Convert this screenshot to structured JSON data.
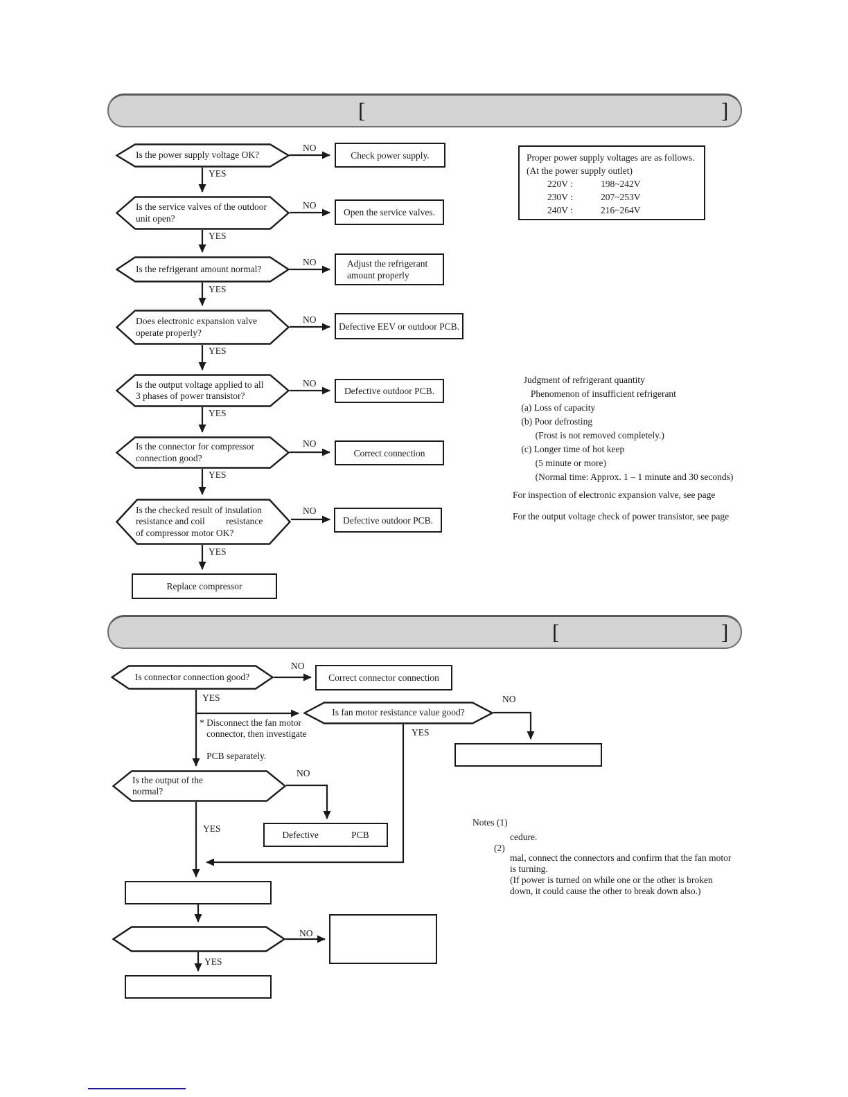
{
  "colors": {
    "header_bg": "#d4d4d4",
    "ink": "#1a1a1a",
    "footer_line": "#1c1c8f"
  },
  "labels": {
    "yes": "YES",
    "no": "NO"
  },
  "headers": {
    "first": {
      "open": "[",
      "close": "]"
    },
    "second": {
      "open": "[",
      "close": "]"
    }
  },
  "flow1": {
    "d1": "Is the power supply voltage OK?",
    "a1": "Check power supply.",
    "d2": "Is the service valves of the outdoor\nunit open?",
    "a2": "Open the service valves.",
    "d3": "Is the refrigerant amount normal?",
    "a3": "Adjust the refrigerant\namount properly",
    "d4": "Does electronic expansion valve\noperate properly?",
    "a4": "Defective EEV or outdoor PCB.",
    "d5": "Is the output voltage applied to all\n3 phases of power transistor?",
    "a5": "Defective outdoor PCB.",
    "d6": "Is the connector for compressor\nconnection good?",
    "a6": "Correct connection",
    "d7": "Is the checked result of insulation\nresistance and coil         resistance\nof compressor motor OK?",
    "a7": "Defective outdoor PCB.",
    "final": "Replace compressor"
  },
  "voltage_box": {
    "title": "Proper power supply voltages are as follows.",
    "subtitle": "(At the power supply outlet)",
    "rows": [
      {
        "nominal": "220V :",
        "range": "198~242V"
      },
      {
        "nominal": "230V :",
        "range": "207~253V"
      },
      {
        "nominal": "240V :",
        "range": "216~264V"
      }
    ]
  },
  "refrigerant_note": "  Judgment of refrigerant quantity\n     Phenomenon of insufficient refrigerant\n (a) Loss of capacity\n (b) Poor defrosting\n       (Frost is not removed completely.)\n (c) Longer time of hot keep\n       (5 minute or more)\n       (Normal time: Approx. 1 – 1 minute and 30 seconds)",
  "see_page": {
    "eev": "For inspection of electronic expansion valve, see page",
    "transistor": "For the output voltage check of power transistor, see page"
  },
  "flow2": {
    "d1": "Is connector connection good?",
    "a1": "Correct connector connection",
    "d2": "Is fan motor resistance value good?",
    "d2_no_box": "",
    "note_disconnect": "* Disconnect the fan motor\n   connector, then investigate\n\n   PCB separately.",
    "d3": "Is the output of the\nnormal?",
    "a3": "Defective              PCB",
    "merge_box": "",
    "d4": "",
    "d4_no_box": "",
    "final_box": ""
  },
  "notes": {
    "label": "Notes (1)",
    "n1": "cedure.",
    "n2_label": "(2)",
    "n2_body": "mal, connect the connectors and confirm that the fan motor\nis turning.\n(If power is turned on while one or the other is broken\ndown, it could cause the other to break down also.)"
  }
}
